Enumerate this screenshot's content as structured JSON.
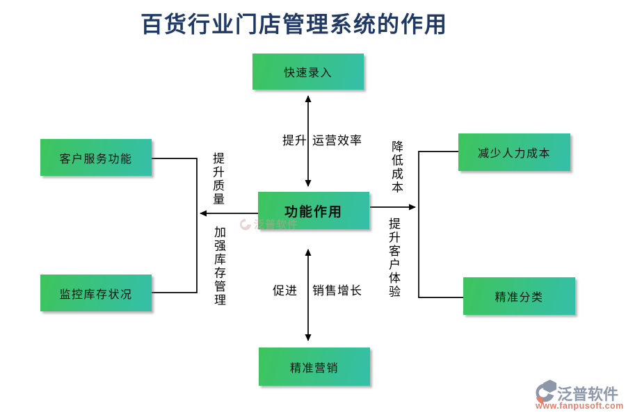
{
  "title": "百货行业门店管理系统的作用",
  "diagram": {
    "center_label": "功能作用",
    "nodes": [
      {
        "label": "快速录入"
      },
      {
        "label": "客户服务功能"
      },
      {
        "label": "监控库存状况"
      },
      {
        "label": "减少人力成本"
      },
      {
        "label": "精准分类"
      },
      {
        "label": "精准营销"
      }
    ],
    "edge_labels": {
      "top_left": "提升",
      "top_right": "运营效率",
      "left_upper": "提升质量",
      "left_lower": "加强库存管理",
      "right_upper": "降低成本",
      "right_lower": "提升客户体验",
      "bottom_left": "促进",
      "bottom_right": "销售增长"
    }
  },
  "watermark_text": "泛普软件",
  "footer": {
    "brand": "泛普软件",
    "website": "www.fanpusoft.com"
  },
  "colors": {
    "title": "#1f3864",
    "node_gradient_start": "#3ec45c",
    "node_gradient_end": "#34bfaa",
    "connector": "#000000",
    "brand_gray": "#8d98aa",
    "brand_orange": "#e5806a"
  }
}
